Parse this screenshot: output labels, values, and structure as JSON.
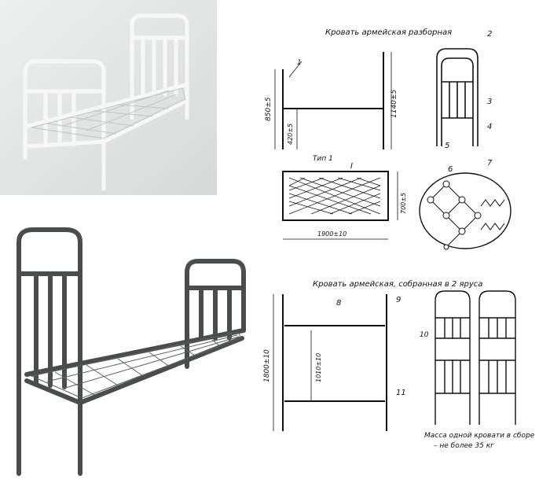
{
  "drawing_top": {
    "title": "Кровать армейская разборная",
    "dim_height_total": "850±5",
    "dim_height_frame": "420±5",
    "dim_height_headboard": "1140±5",
    "type_label": "Тип 1",
    "dim_width": "700±5",
    "dim_length": "1900±10",
    "detail_label": "I",
    "callouts": [
      "1",
      "2",
      "3",
      "4",
      "5",
      "6",
      "7"
    ]
  },
  "drawing_bottom": {
    "title": "Кровать армейская, собранная в 2 яруса",
    "dim_height_total": "1800±10",
    "dim_height_tier": "1010±10",
    "callouts": [
      "8",
      "9",
      "10",
      "11"
    ],
    "note": "Масса одной кровати в сборе – не более 35 кг"
  }
}
